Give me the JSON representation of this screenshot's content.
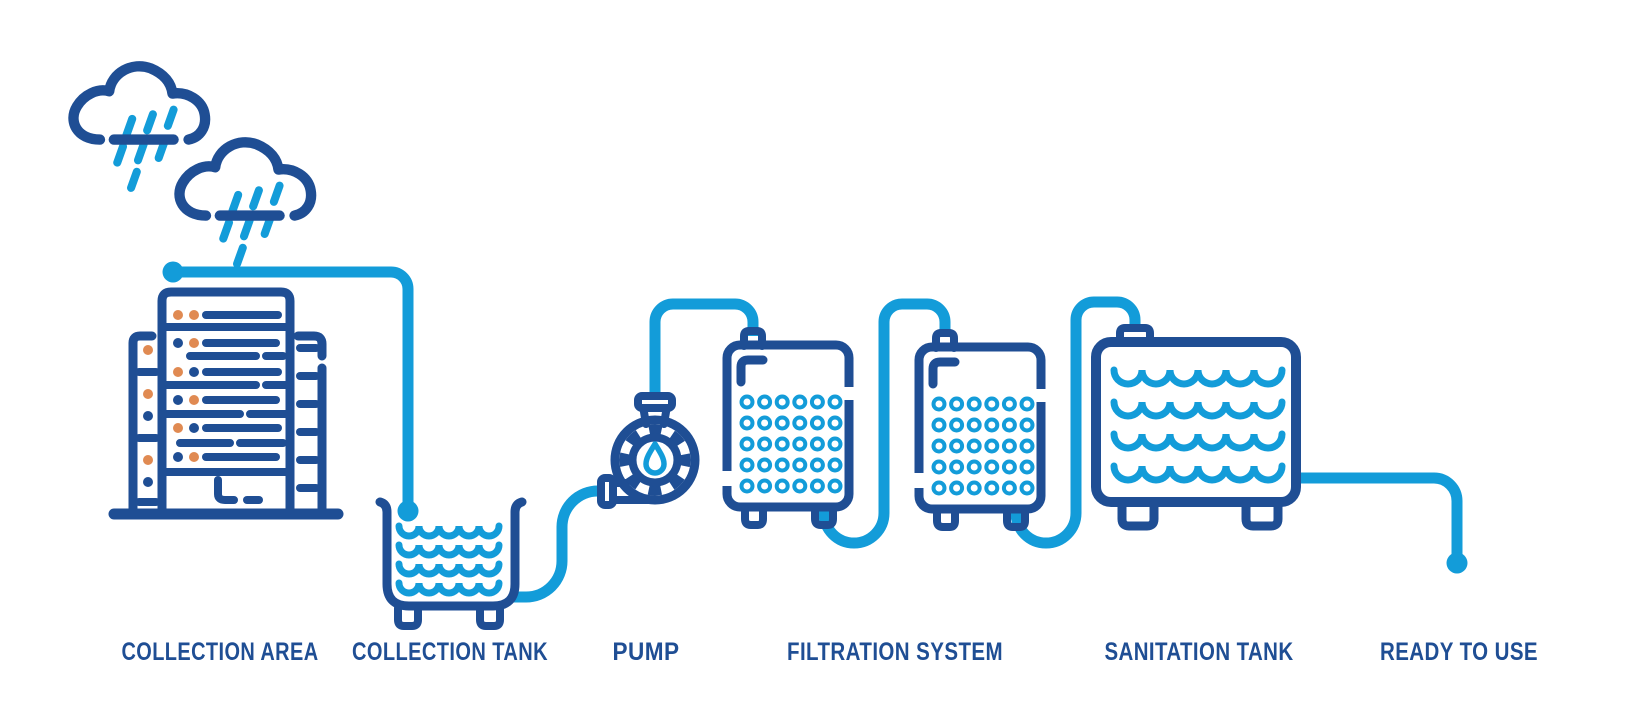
{
  "colors": {
    "navy": "#1f4e94",
    "cyan": "#139cd9",
    "orange": "#e08a52",
    "bg": "#ffffff"
  },
  "diagram": {
    "type": "process-flow",
    "subject": "rainwater harvesting and treatment system",
    "steps": [
      {
        "label": "COLLECTION AREA",
        "icon": "building-with-rain-clouds-icon"
      },
      {
        "label": "COLLECTION TANK",
        "icon": "open-tank-with-water-icon"
      },
      {
        "label": "PUMP",
        "icon": "pump-with-gear-and-drop-icon"
      },
      {
        "label": "FILTRATION SYSTEM",
        "icon": "two-filter-cartridges-icon"
      },
      {
        "label": "SANITATION TANK",
        "icon": "closed-tank-with-water-icon"
      },
      {
        "label": "READY TO USE",
        "icon": "pipe-outlet-dot-icon"
      }
    ],
    "connections": [
      {
        "from": "rain-clouds",
        "to": "collection-area"
      },
      {
        "from": "collection-area",
        "to": "collection-tank"
      },
      {
        "from": "collection-tank",
        "to": "pump"
      },
      {
        "from": "pump",
        "to": "filtration-unit-1"
      },
      {
        "from": "filtration-unit-1",
        "to": "filtration-unit-2"
      },
      {
        "from": "filtration-unit-2",
        "to": "sanitation-tank"
      },
      {
        "from": "sanitation-tank",
        "to": "ready-to-use-outlet"
      }
    ]
  }
}
